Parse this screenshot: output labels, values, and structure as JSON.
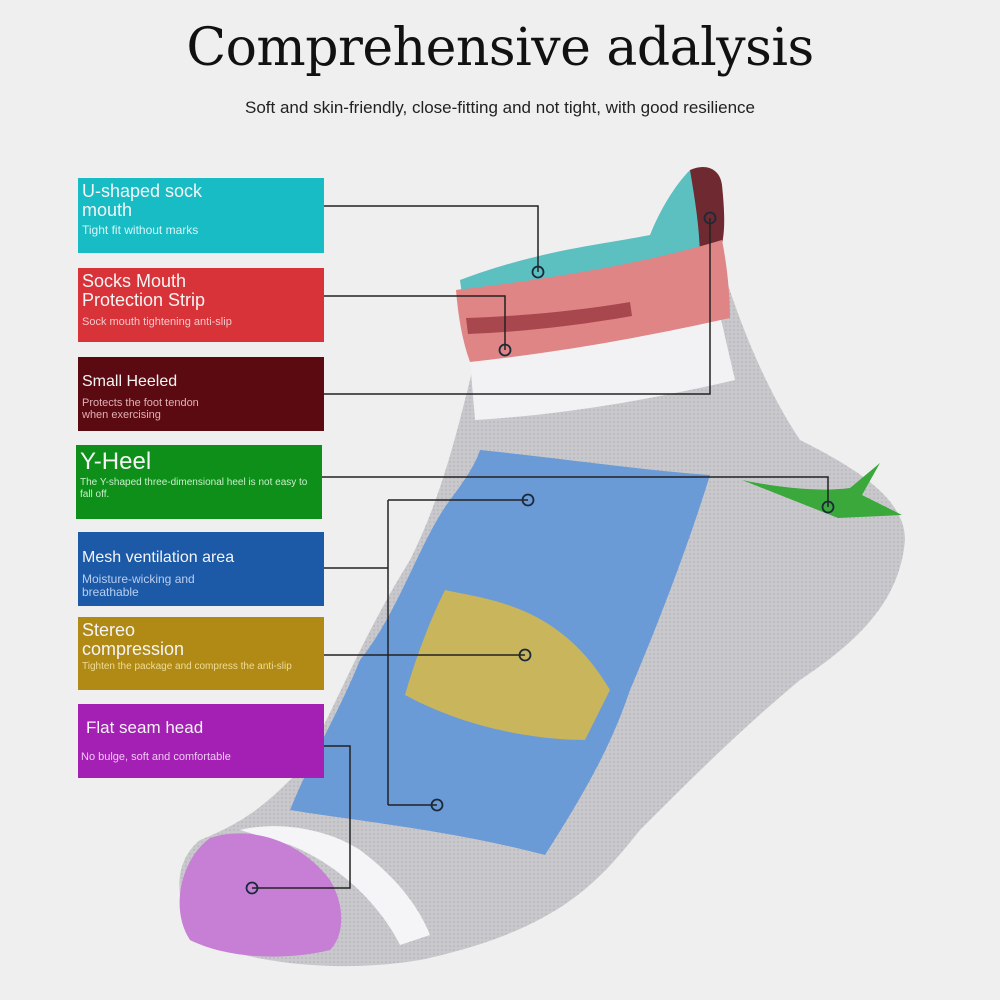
{
  "header": {
    "title": "Comprehensive adalysis",
    "subtitle": "Soft and skin-friendly, close-fitting and not tight, with good resilience"
  },
  "product": {
    "name": "sock",
    "icon": "ankle-sock-illustration",
    "colors": {
      "cuff_inner": "#5cc0c0",
      "cuff_band": "#e08080",
      "cuff_stripe": "#a84a50",
      "heel_tab": "#6e2a30",
      "body": "#c8c8cc",
      "mesh": "#6a9ad4",
      "compression": "#c8b45a",
      "toe": "#c77fd6",
      "y_heel": "#3aa83a",
      "connector": "#222222"
    }
  },
  "labels": [
    {
      "id": "u-shaped-sock-mouth",
      "title": "U-shaped sock mouth",
      "description": "Tight fit without marks",
      "color": "#17bcc4",
      "desc_color": "#d8f6f8"
    },
    {
      "id": "socks-mouth-protection-strip",
      "title": "Socks Mouth Protection Strip",
      "description": "Sock mouth tightening anti-slip",
      "color": "#d9333a",
      "desc_color": "#f6c6c8"
    },
    {
      "id": "small-heeled",
      "title": "Small Heeled",
      "description": "Protects the foot tendon when exercising",
      "color": "#5c0a12",
      "desc_color": "#e0b0b4"
    },
    {
      "id": "y-heel",
      "title": "Y-Heel",
      "description": "The Y-shaped three-dimensional heel is not easy to fall off.",
      "color": "#0d8f1a",
      "desc_color": "#c8f0c8"
    },
    {
      "id": "mesh-ventilation-area",
      "title": "Mesh ventilation area",
      "description": "Moisture-wicking and breathable",
      "color": "#1c5aa8",
      "desc_color": "#b8cef0"
    },
    {
      "id": "stereo-compression",
      "title": "Stereo compression",
      "description": "Tighten the package and compress the anti-slip",
      "color": "#b08a14",
      "desc_color": "#f0dc98"
    },
    {
      "id": "flat-seam-head",
      "title": "Flat seam head",
      "description": "No bulge, soft and comfortable",
      "color": "#a41fb4",
      "desc_color": "#f0c8f4"
    }
  ]
}
